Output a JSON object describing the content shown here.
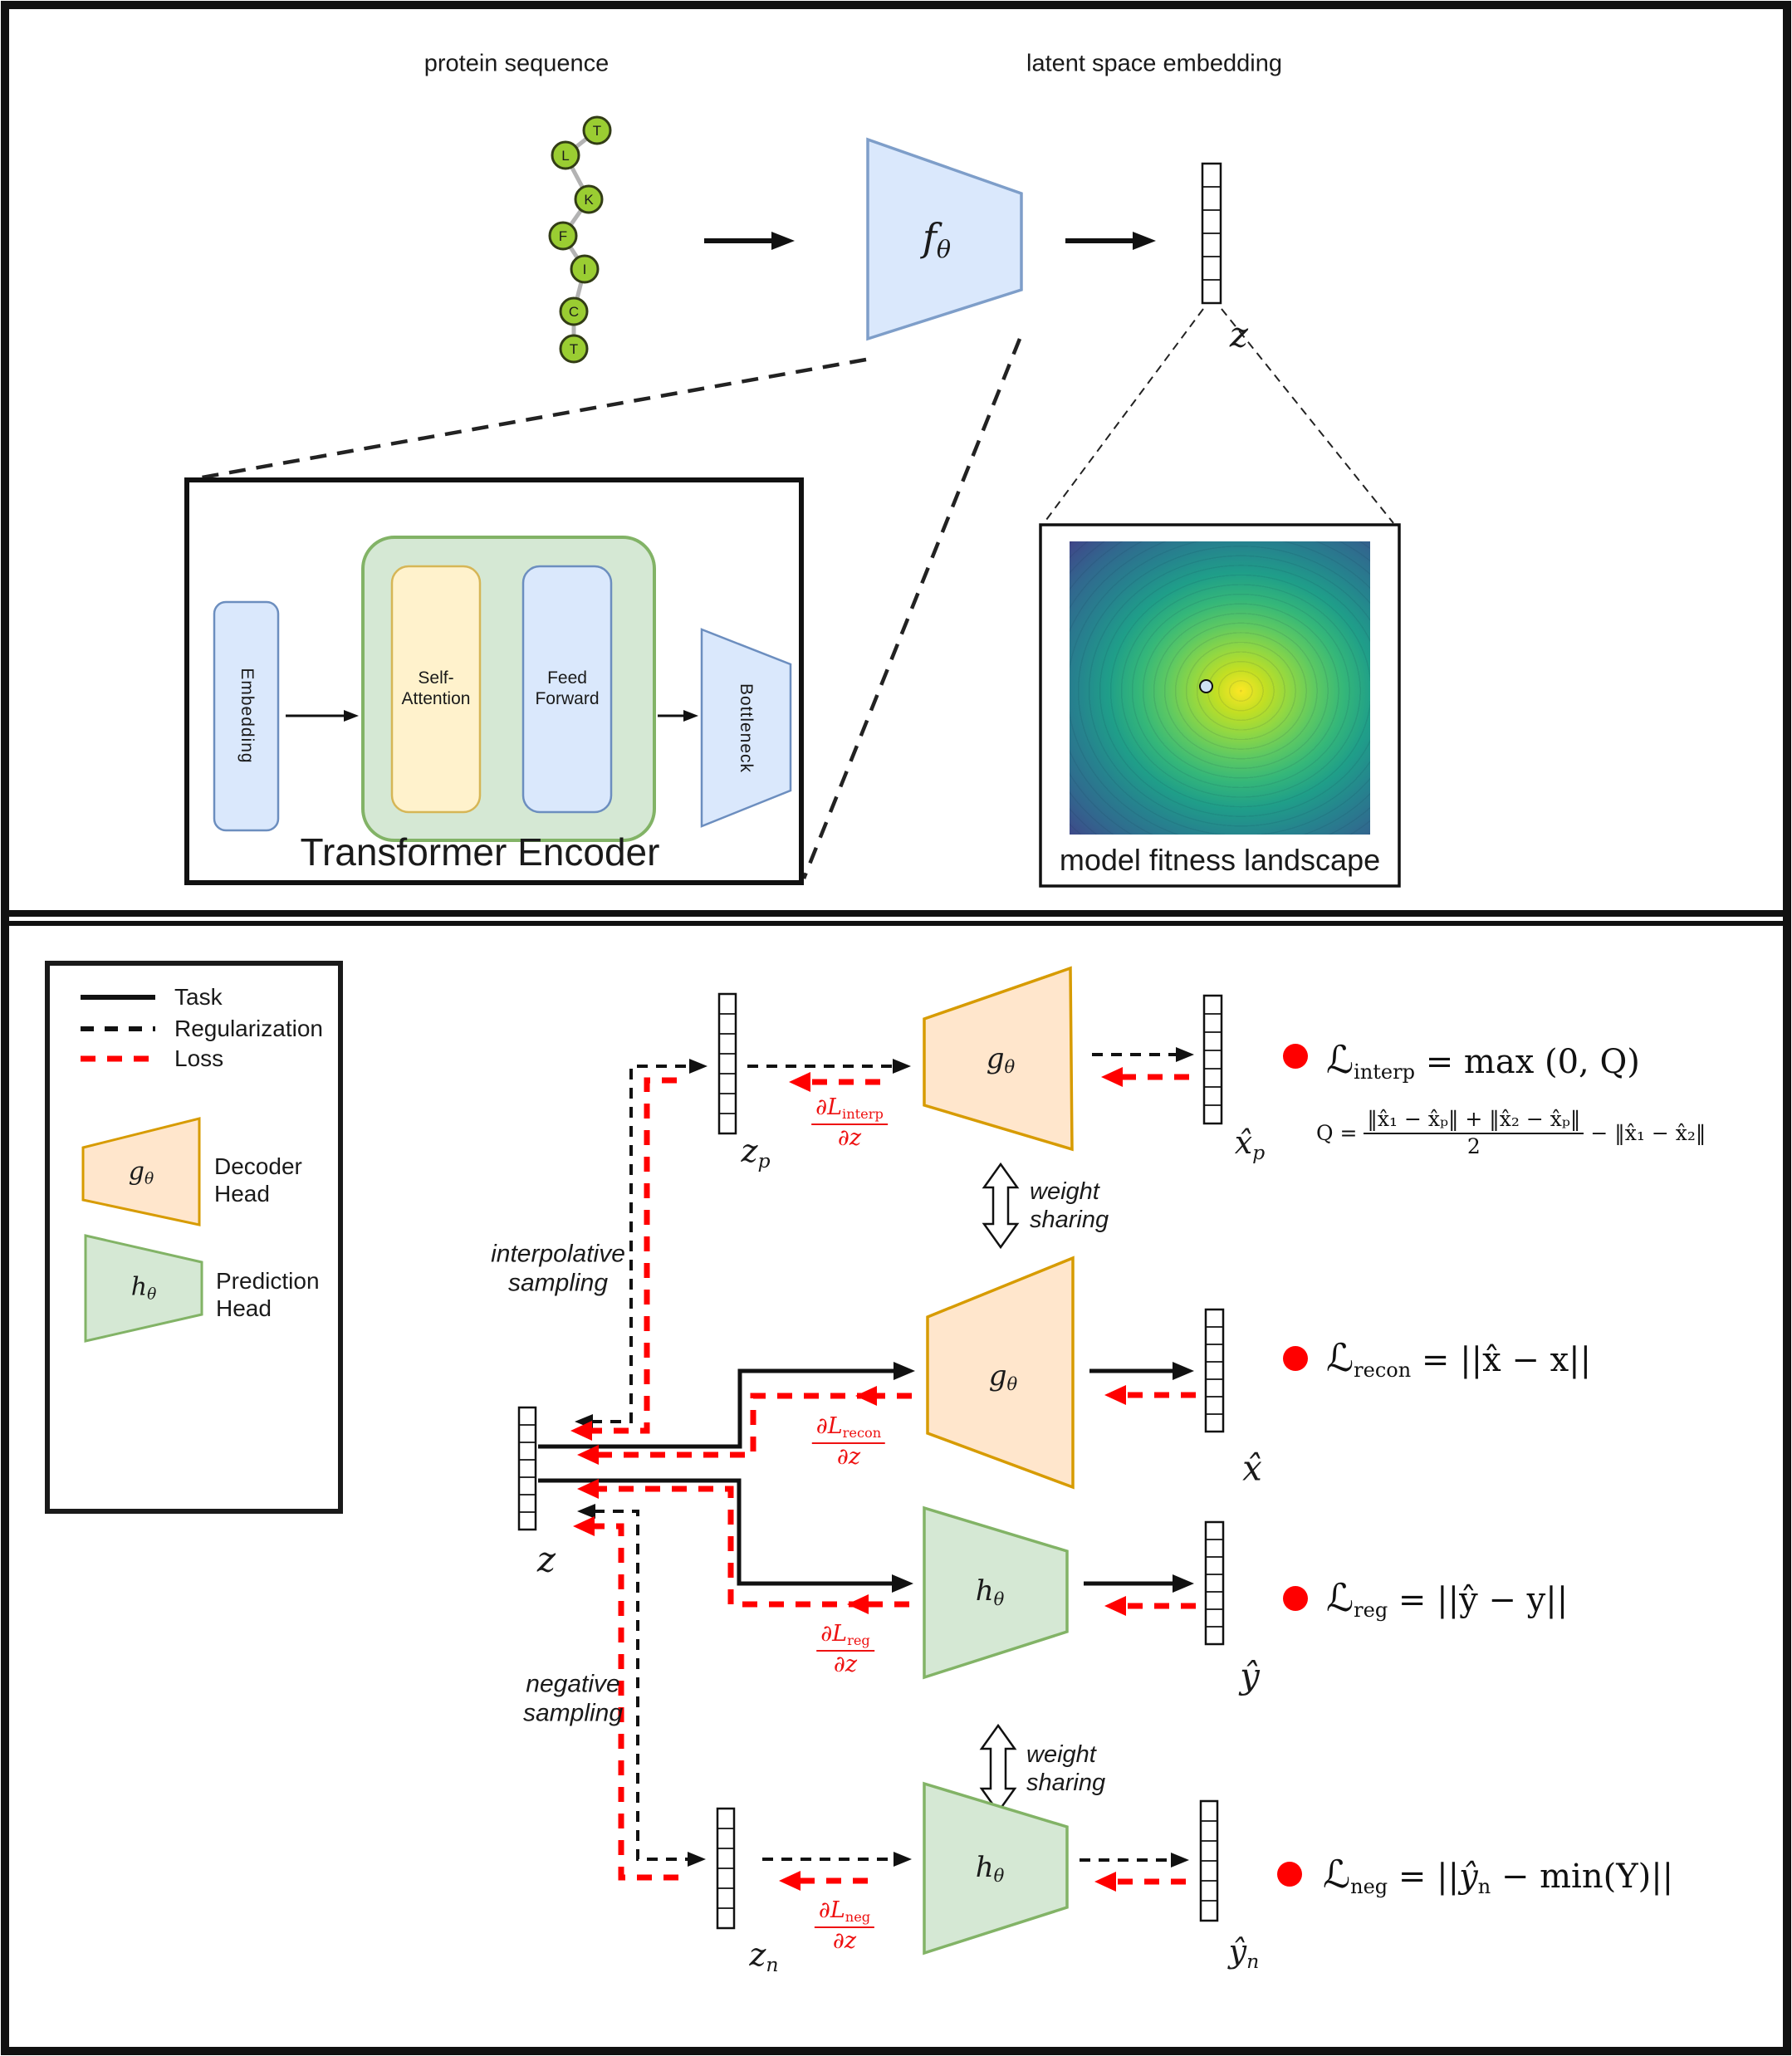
{
  "top": {
    "protein_label": "protein sequence",
    "latent_label": "latent space embedding",
    "chain": [
      "T",
      "L",
      "K",
      "F",
      "I",
      "C",
      "T"
    ],
    "encoder": {
      "base": "f",
      "sub": "θ"
    },
    "z_label": "z",
    "transformer": {
      "title": "Transformer Encoder",
      "embedding": "Embedding",
      "self_attention_1": "Self-",
      "self_attention_2": "Attention",
      "feed_forward_1": "Feed",
      "feed_forward_2": "Forward",
      "bottleneck": "Bottleneck"
    },
    "fitness_caption": "model fitness landscape"
  },
  "legend": {
    "task": "Task",
    "regularization": "Regularization",
    "loss": "Loss",
    "decoder": {
      "sym": "g",
      "sub": "θ",
      "label_1": "Decoder",
      "label_2": "Head"
    },
    "prediction": {
      "sym": "h",
      "sub": "θ",
      "label_1": "Prediction",
      "label_2": "Head"
    }
  },
  "flow": {
    "z": "z",
    "zp": {
      "base": "z",
      "sub": "p"
    },
    "zn": {
      "base": "z",
      "sub": "n"
    },
    "xhat_p": {
      "base": "x̂",
      "sub": "p"
    },
    "xhat": "x̂",
    "yhat": "ŷ",
    "yhat_n": {
      "base": "ŷ",
      "sub": "n"
    },
    "g": {
      "base": "g",
      "sub": "θ"
    },
    "h": {
      "base": "h",
      "sub": "θ"
    },
    "interp_sampling_1": "interpolative",
    "interp_sampling_2": "sampling",
    "neg_sampling_1": "negative",
    "neg_sampling_2": "sampling",
    "weight_sharing_1": "weight",
    "weight_sharing_2": "sharing",
    "grads": {
      "interp": {
        "num": "∂L",
        "sub": "interp",
        "den": "∂z"
      },
      "recon": {
        "num": "∂L",
        "sub": "recon",
        "den": "∂z"
      },
      "reg": {
        "num": "∂L",
        "sub": "reg",
        "den": "∂z"
      },
      "neg": {
        "num": "∂L",
        "sub": "neg",
        "den": "∂z"
      }
    }
  },
  "losses": {
    "interp": {
      "script": "ℒ",
      "sub": "interp",
      "rhs": "= max (0, Q)"
    },
    "q": {
      "lhs": "Q =",
      "num": "‖x̂₁ − x̂ₚ‖ + ‖x̂₂ − x̂ₚ‖",
      "den": "2",
      "tail": "− ‖x̂₁ − x̂₂‖"
    },
    "recon": {
      "script": "ℒ",
      "sub": "recon",
      "rhs": "= ||x̂ − x||"
    },
    "reg": {
      "script": "ℒ",
      "sub": "reg",
      "rhs": "= ||ŷ − y||"
    },
    "neg": {
      "script": "ℒ",
      "sub": "neg",
      "rhs_pre": "= ||",
      "yn": "ŷ",
      "yn_sub": "n",
      "rhs_post": " − min(Y)||"
    }
  },
  "colors": {
    "loss_red": "#ff0000",
    "decoder_orange_fill": "#ffe6cc",
    "decoder_orange_stroke": "#d79b00",
    "prediction_green_fill": "#d5e8d4",
    "prediction_green_stroke": "#82b366",
    "encoder_blue_fill": "#dae8fc",
    "encoder_blue_stroke": "#6c8ebf",
    "attention_yellow_fill": "#fff2cc",
    "attention_yellow_stroke": "#d6b656",
    "residue_green": "#9acd32",
    "viridis_peak": "#fde725",
    "viridis_low": "#440154"
  }
}
